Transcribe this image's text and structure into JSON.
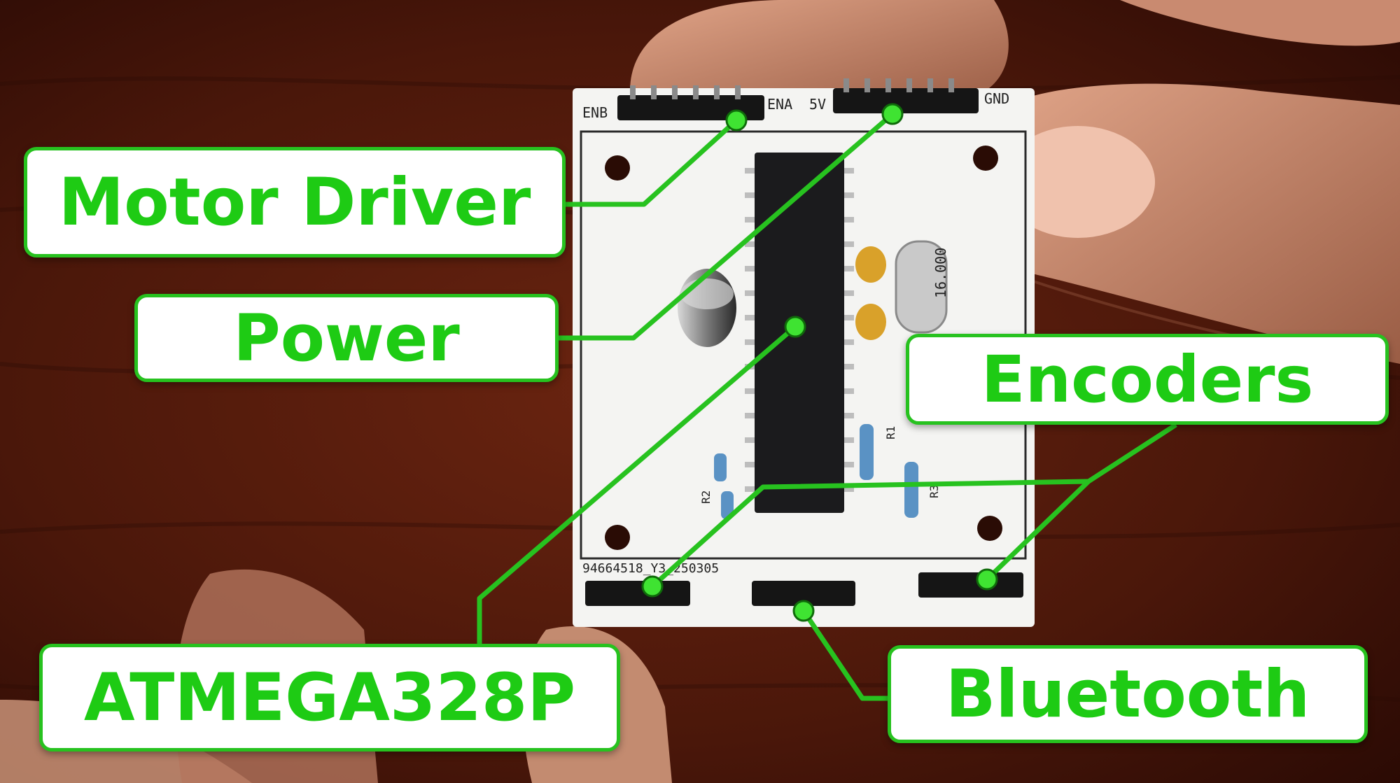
{
  "labels": {
    "motor_driver": "Motor Driver",
    "power": "Power",
    "encoders": "Encoders",
    "atmega": "ATMEGA328P",
    "bluetooth": "Bluetooth"
  },
  "pcb_silkscreen": {
    "enb": "ENB",
    "ena": "ENA",
    "v5": "5V",
    "gnd": "GND",
    "serial": "94664518_Y3_250305",
    "crystal": "16.000",
    "r1": "R1",
    "r2": "R2",
    "r3": "R3"
  },
  "colors": {
    "accent": "#27c21f",
    "label_text": "#1ecb14",
    "board": "#f4f4f2",
    "chip": "#1b1b1d"
  }
}
